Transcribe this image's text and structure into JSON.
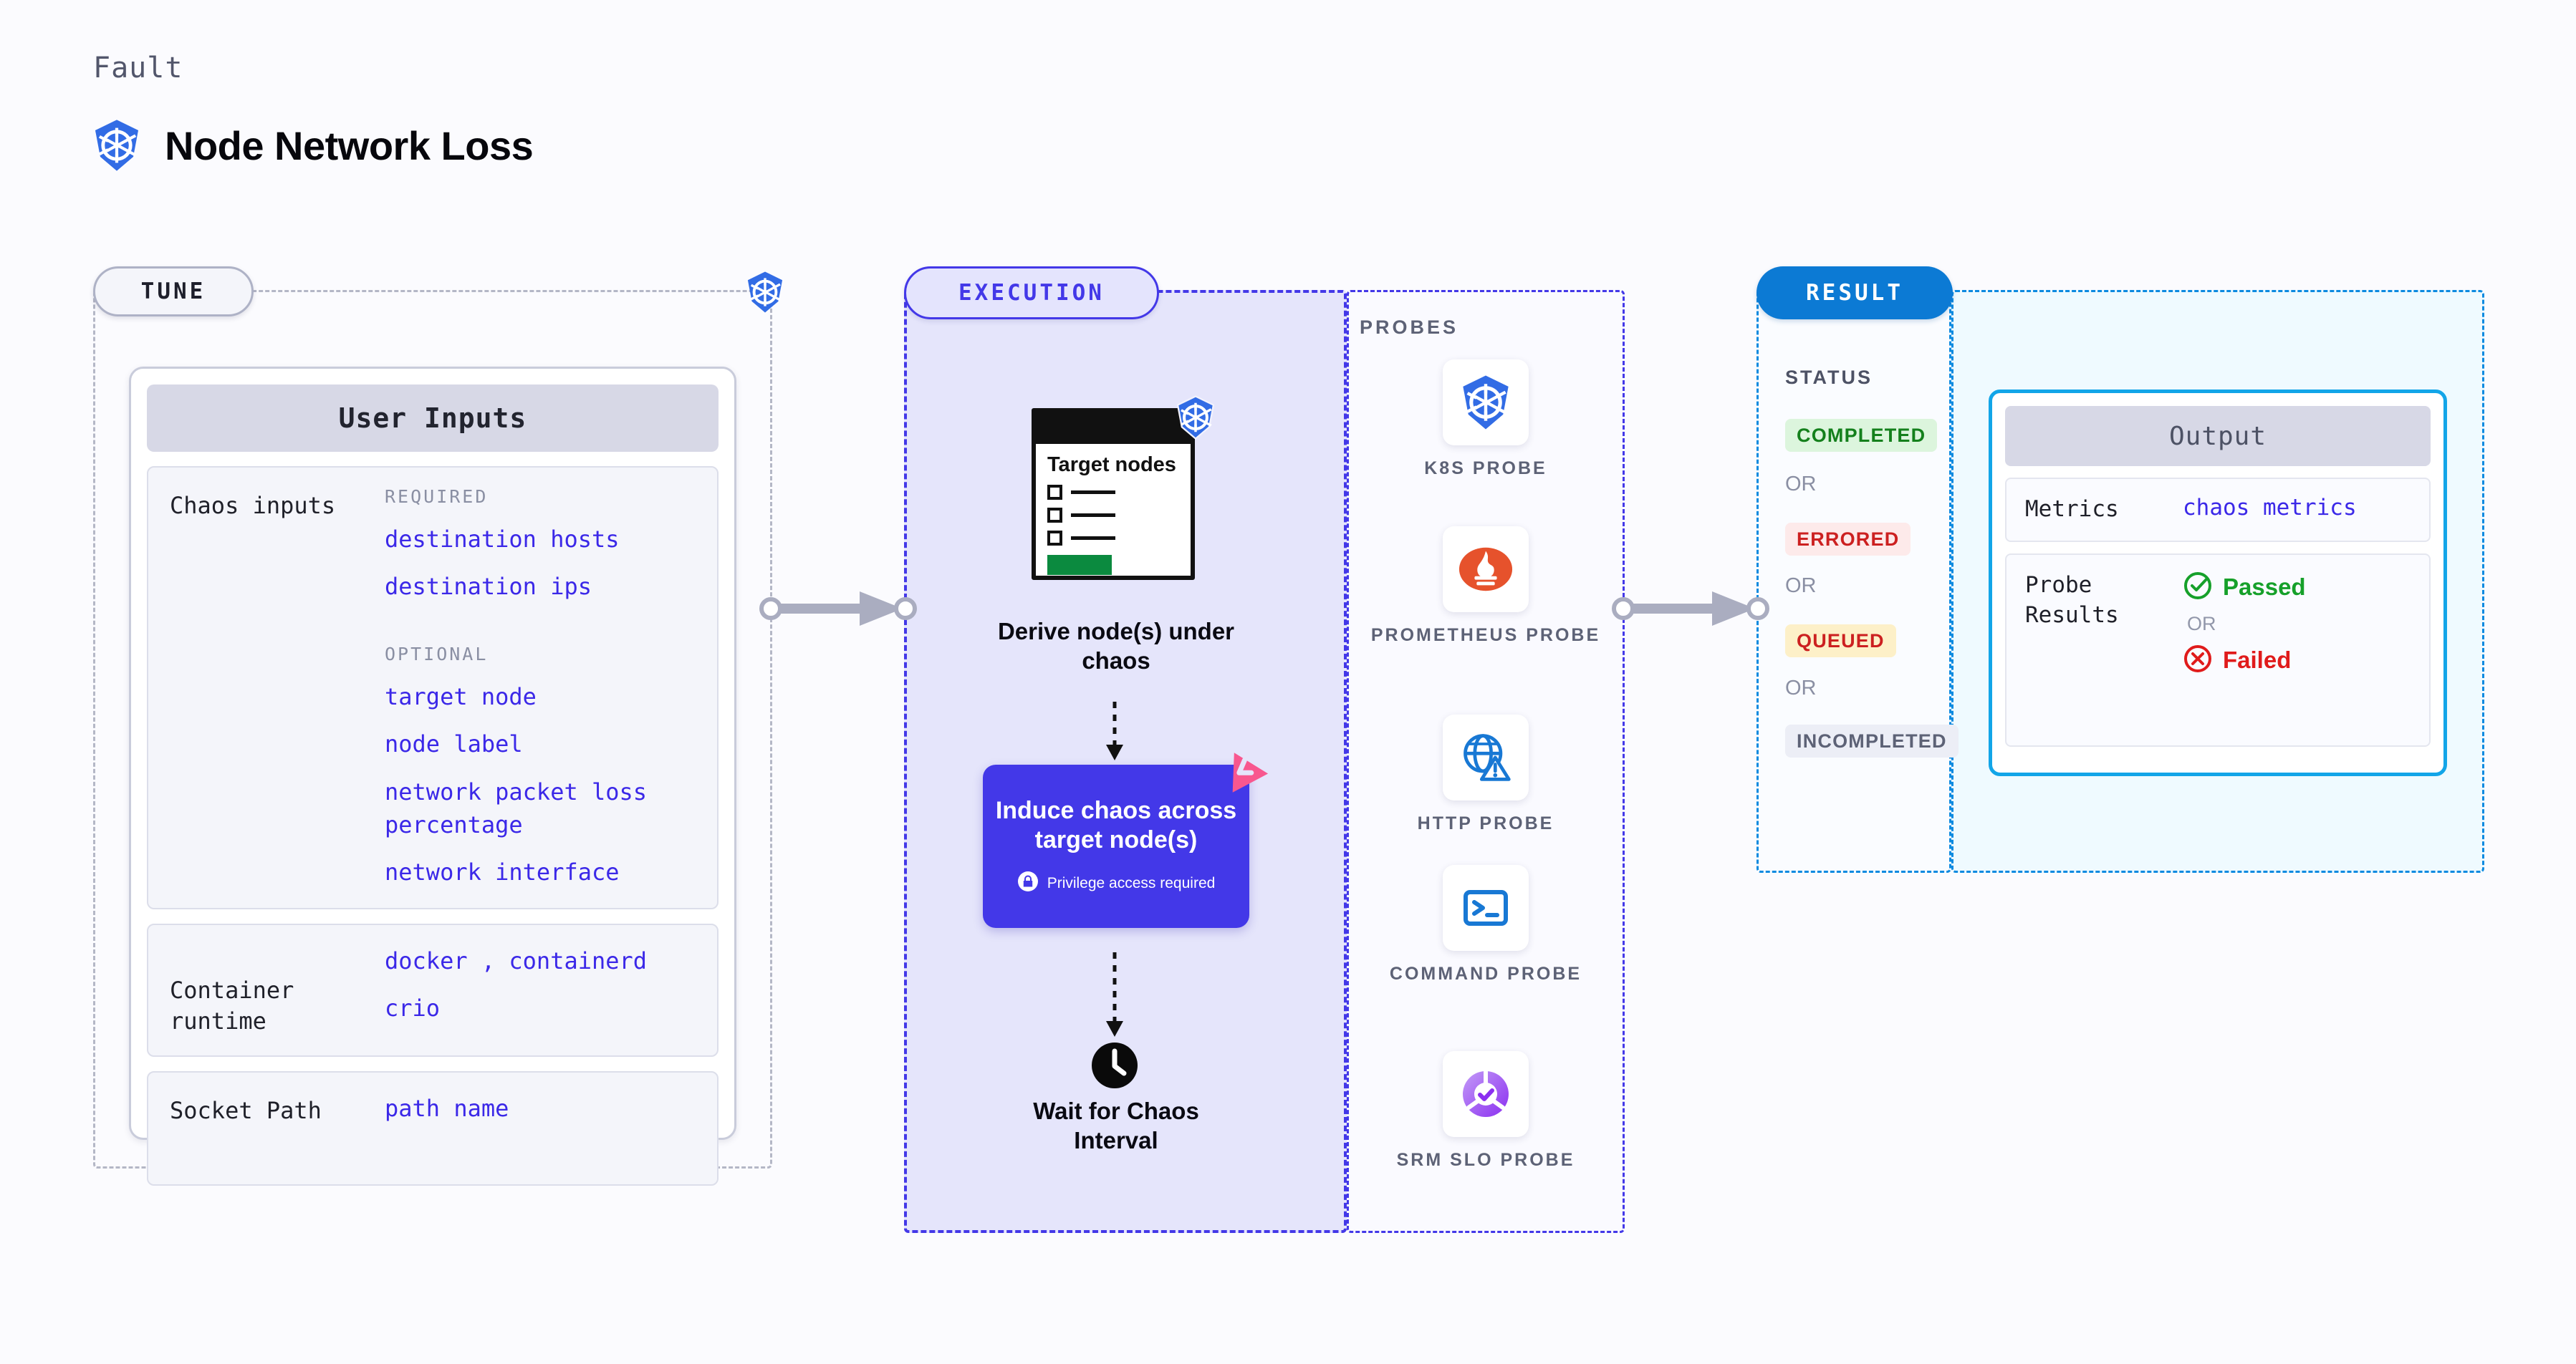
{
  "header": {
    "fault_label": "Fault",
    "title": "Node Network Loss",
    "icon": "kubernetes-icon"
  },
  "sections": {
    "tune": {
      "pill_label": "TUNE",
      "badge_icon": "kubernetes-icon"
    },
    "execution": {
      "pill_label": "EXECUTION"
    },
    "probes": {
      "title": "PROBES"
    },
    "result": {
      "pill_label": "RESULT"
    }
  },
  "tune": {
    "card_title": "User Inputs",
    "rows": [
      {
        "label": "Chaos inputs",
        "required_title": "REQUIRED",
        "required_values": [
          "destination hosts",
          "destination ips"
        ],
        "optional_title": "OPTIONAL",
        "optional_values": [
          "target node",
          "node label",
          "network packet loss percentage",
          "network interface"
        ]
      },
      {
        "label": "Container runtime",
        "values": [
          "docker",
          "containerd",
          "crio"
        ],
        "separator": ","
      },
      {
        "label": "Socket Path",
        "values": [
          "path name"
        ]
      }
    ]
  },
  "execution": {
    "target_card": {
      "title": "Target nodes",
      "icon": "kubernetes-icon"
    },
    "derive_caption": "Derive node(s) under chaos",
    "chaos_box": {
      "title": "Induce chaos across target node(s)",
      "privilege_note": "Privilege access required",
      "lock_icon": "lock-icon",
      "logo_icon": "litmus-logo-icon",
      "color": "#4338e8"
    },
    "wait_caption": "Wait for Chaos Interval",
    "clock_icon": "clock-icon"
  },
  "probes": [
    {
      "label": "K8S PROBE",
      "icon": "kubernetes-icon"
    },
    {
      "label": "PROMETHEUS PROBE",
      "icon": "prometheus-icon"
    },
    {
      "label": "HTTP PROBE",
      "icon": "globe-warning-icon"
    },
    {
      "label": "COMMAND PROBE",
      "icon": "terminal-icon"
    },
    {
      "label": "SRM SLO PROBE",
      "icon": "srm-slo-icon"
    }
  ],
  "result": {
    "status_title": "STATUS",
    "or_label": "OR",
    "statuses": [
      {
        "label": "COMPLETED",
        "bg": "#dcf5dd",
        "color": "#14801c"
      },
      {
        "label": "ERRORED",
        "bg": "#fdeaea",
        "color": "#cc2020"
      },
      {
        "label": "QUEUED",
        "bg": "#fdf0c8",
        "color": "#cc2020"
      },
      {
        "label": "INCOMPLETED",
        "bg": "#eceef6",
        "color": "#5d6276"
      }
    ],
    "output": {
      "title": "Output",
      "metrics_label": "Metrics",
      "metrics_value": "chaos metrics",
      "probe_results_label": "Probe Results",
      "passed_label": "Passed",
      "failed_label": "Failed",
      "or_label": "OR",
      "passed_icon": "check-circle-icon",
      "failed_icon": "x-circle-icon"
    }
  }
}
